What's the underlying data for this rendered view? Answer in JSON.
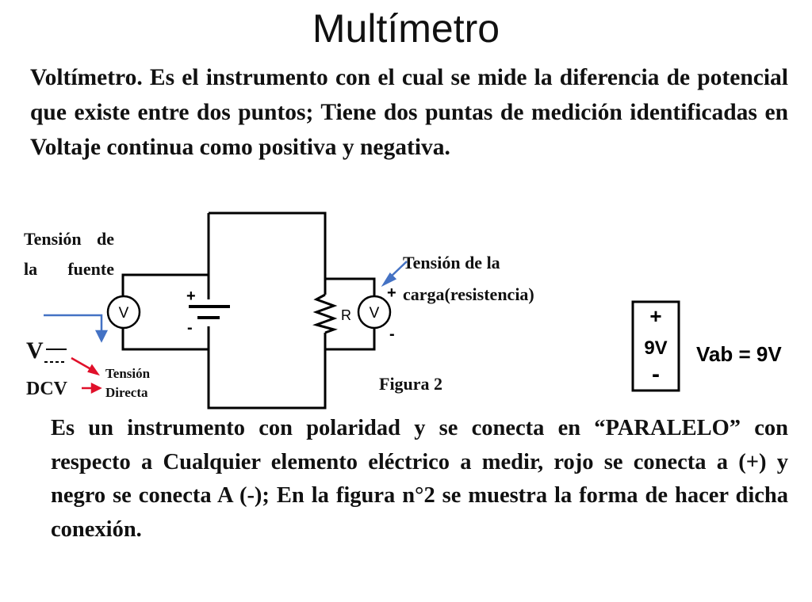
{
  "title": "Multímetro",
  "paragraph1": "Voltímetro. Es el instrumento con el cual se mide la diferencia de potencial que existe entre dos puntos; Tiene dos puntas de medición identificadas en Voltaje continua como positiva y negativa.",
  "paragraph2": "Es un instrumento con polaridad y se conecta en “PARALELO” con respecto a Cualquier elemento eléctrico a medir, rojo se conecta a (+) y negro se conecta A (-); En la figura n°2 se muestra  la forma de hacer dicha conexión.",
  "diagram": {
    "label_fuente": "Tensión de la fuente",
    "label_carga_line1": "Tensión de la",
    "label_carga_line2": "carga(resistencia)",
    "label_tension_directa_line1": "Tensión",
    "label_tension_directa_line2": "Directa",
    "figure_caption": "Figura 2",
    "dcv_label": "DCV",
    "v_symbol": "V",
    "meter_letter": "V",
    "resistor_letter": "R",
    "battery_plus": "+",
    "battery_minus": "-",
    "load_plus": "+",
    "load_minus": "-",
    "battery_box_plus": "+",
    "battery_box_value": "9V",
    "battery_box_minus": "-",
    "vab_equation": "Vab = 9V",
    "colors": {
      "blue_arrow": "#4472c4",
      "red_arrow": "#e0102a",
      "wire": "#000000"
    }
  }
}
